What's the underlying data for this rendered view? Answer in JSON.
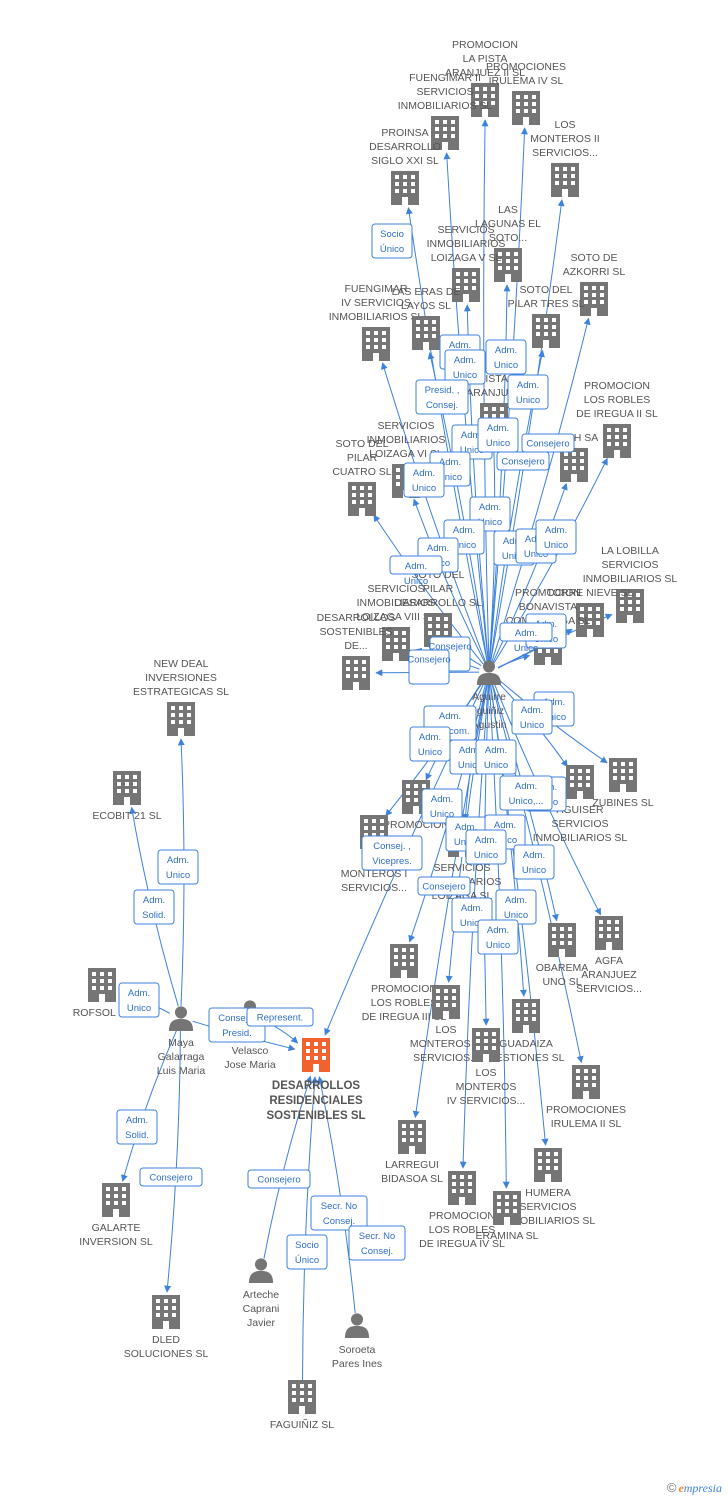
{
  "colors": {
    "edge": "#3d82dc",
    "company": "#757575",
    "main_company": "#f2622e",
    "person": "#757575"
  },
  "main_company": {
    "id": "main",
    "lines": [
      "DESARROLLOS",
      "RESIDENCIALES",
      "SOSTENIBLES SL"
    ]
  },
  "hub_person": {
    "id": "hub",
    "lines": [
      "Aguirre",
      "Iguiñiz",
      "Agustin"
    ]
  },
  "people": [
    {
      "id": "maya",
      "lines": [
        "Maya",
        "Galarraga",
        "Luis Maria"
      ]
    },
    {
      "id": "malina",
      "lines": [
        "Malina",
        "Velasco",
        "Jose Maria"
      ]
    },
    {
      "id": "arteche",
      "lines": [
        "Arteche",
        "Caprani",
        "Javier"
      ]
    },
    {
      "id": "soroeta",
      "lines": [
        "Soroeta",
        "Pares Ines"
      ]
    }
  ],
  "companies": [
    {
      "id": "c1",
      "lines": [
        "PROMOCION",
        "LA PISTA",
        "ARANJUEZ II SL"
      ]
    },
    {
      "id": "c2",
      "lines": [
        "PROMOCIONES",
        "IRULEMA IV SL"
      ]
    },
    {
      "id": "c3",
      "lines": [
        "FUENGIMAR II",
        "SERVICIOS",
        "INMOBILIARIOS SL"
      ]
    },
    {
      "id": "c4",
      "lines": [
        "LOS",
        "MONTEROS II",
        "SERVICIOS..."
      ]
    },
    {
      "id": "c5",
      "lines": [
        "PROINSA",
        "DESARROLLO",
        "SIGLO XXI SL"
      ]
    },
    {
      "id": "c6",
      "lines": [
        "LAS",
        "LAGUNAS EL",
        "SOTO..."
      ]
    },
    {
      "id": "c7",
      "lines": [
        "SERVICIOS",
        "INMOBILIARIOS",
        "LOIZAGA V SL"
      ]
    },
    {
      "id": "c8",
      "lines": [
        "SOTO DE",
        "AZKORRI SL"
      ]
    },
    {
      "id": "c9",
      "lines": [
        "FUENGIMAR",
        "IV SERVICIOS",
        "INMOBILIARIOS SL"
      ]
    },
    {
      "id": "c10",
      "lines": [
        "LAS ERAS DE",
        "LAYOS SL"
      ]
    },
    {
      "id": "c11",
      "lines": [
        "SOTO DEL",
        "PILAR TRES SL"
      ]
    },
    {
      "id": "c12",
      "lines": [
        "PROMOCION",
        "LOS ROBLES",
        "DE IREGUA II SL"
      ]
    },
    {
      "id": "c13",
      "lines": [
        "SERVICIOS",
        "INMOBILIARIOS",
        "LOIZAGA VI SL"
      ]
    },
    {
      "id": "c14",
      "lines": [
        "LA PISTA DE",
        "ARANJUEZ"
      ]
    },
    {
      "id": "c15",
      "lines": [
        "SOTO DEL",
        "PILAR",
        "CUATRO SL"
      ]
    },
    {
      "id": "c16",
      "lines": [
        "ADIZH SA"
      ]
    },
    {
      "id": "c17",
      "lines": [
        "LA LOBILLA",
        "SERVICIOS",
        "INMOBILIARIOS SL"
      ]
    },
    {
      "id": "c18",
      "lines": [
        "TORRE NIEVE SL"
      ]
    },
    {
      "id": "c19",
      "lines": [
        "PROMOCION",
        "BONAVISTA",
        "COMARRUGA SL"
      ]
    },
    {
      "id": "c20",
      "lines": [
        "SERVICIOS",
        "INMOBILIARIOS",
        "LOIZAGA VIII SL"
      ]
    },
    {
      "id": "c21",
      "lines": [
        "SOTO DEL",
        "PILAR",
        "DESARROLLO SL"
      ]
    },
    {
      "id": "c22",
      "lines": [
        "DESARROLLOS",
        "SOSTENIBLES",
        "DE..."
      ]
    },
    {
      "id": "c23",
      "lines": [
        "NEW DEAL",
        "INVERSIONES",
        "ESTRATEGICAS SL"
      ]
    },
    {
      "id": "c24",
      "lines": [
        "ECOBIT 21 SL"
      ]
    },
    {
      "id": "c25",
      "lines": [
        "ROFSOL SL"
      ]
    },
    {
      "id": "c26",
      "lines": [
        "ZUBINES SL"
      ]
    },
    {
      "id": "c27",
      "lines": [
        "AGUISER",
        "SERVICIOS",
        "INMOBILIARIOS SL"
      ]
    },
    {
      "id": "c28",
      "lines": [
        "PROMOCION"
      ]
    },
    {
      "id": "c29",
      "lines": [
        "LOS",
        "MONTEROS I",
        "SERVICIOS..."
      ]
    },
    {
      "id": "c30",
      "lines": [
        "SERVICIOS",
        "INMOBILIARIOS",
        "LOIZAGA SL"
      ]
    },
    {
      "id": "c31",
      "lines": [
        "OBAREMA",
        "UNO SL"
      ]
    },
    {
      "id": "c32",
      "lines": [
        "AGFA",
        "ARANJUEZ",
        "SERVICIOS..."
      ]
    },
    {
      "id": "c33",
      "lines": [
        "PROMOCION",
        "LOS ROBLES",
        "DE IREGUA III SL"
      ]
    },
    {
      "id": "c34",
      "lines": [
        "LOS",
        "MONTEROS III",
        "SERVICIOS..."
      ]
    },
    {
      "id": "c35",
      "lines": [
        "GUADAIZA",
        "GESTIONES SL"
      ]
    },
    {
      "id": "c36",
      "lines": [
        "LOS",
        "MONTEROS",
        "IV SERVICIOS..."
      ]
    },
    {
      "id": "c37",
      "lines": [
        "PROMOCIONES",
        "IRULEMA II SL"
      ]
    },
    {
      "id": "c38",
      "lines": [
        "LARREGUI",
        "BIDASOA SL"
      ]
    },
    {
      "id": "c39",
      "lines": [
        "HUMERA",
        "SERVICIOS",
        "INMOBILIARIOS SL"
      ]
    },
    {
      "id": "c40",
      "lines": [
        "PROMOCION",
        "LOS ROBLES",
        "DE IREGUA IV SL"
      ]
    },
    {
      "id": "c41",
      "lines": [
        "ERAMINA SL"
      ]
    },
    {
      "id": "c42",
      "lines": [
        "GALARTE",
        "INVERSION SL"
      ]
    },
    {
      "id": "c43",
      "lines": [
        "DLED",
        "SOLUCIONES SL"
      ]
    },
    {
      "id": "c44",
      "lines": [
        "FAGUIÑIZ SL"
      ]
    }
  ],
  "roles": [
    {
      "id": "r1",
      "lines": [
        "Socio",
        "Único"
      ]
    },
    {
      "id": "r2",
      "lines": [
        "Adm.",
        "Unico"
      ]
    },
    {
      "id": "r3",
      "lines": [
        "Adm.",
        "Unico"
      ]
    },
    {
      "id": "r4",
      "lines": [
        "Adm.",
        "Unico"
      ]
    },
    {
      "id": "r5",
      "lines": [
        "Presid. ,",
        "Consej."
      ]
    },
    {
      "id": "r6",
      "lines": [
        "Adm.",
        "Unico"
      ]
    },
    {
      "id": "r7",
      "lines": [
        "Adm.",
        "Unico"
      ]
    },
    {
      "id": "r8",
      "lines": [
        "Adm.",
        "Unico"
      ]
    },
    {
      "id": "r9",
      "lines": [
        "Consejero"
      ]
    },
    {
      "id": "r10",
      "lines": [
        "Consejero"
      ]
    },
    {
      "id": "r11",
      "lines": [
        "Adm.",
        "Unico"
      ]
    },
    {
      "id": "r12",
      "lines": [
        "Adm.",
        "Unico"
      ]
    },
    {
      "id": "r13",
      "lines": [
        "Adm.",
        "Unico"
      ]
    },
    {
      "id": "r14",
      "lines": [
        "Adm.",
        "Unico"
      ]
    },
    {
      "id": "r15",
      "lines": [
        "Adm.",
        "Unico"
      ]
    },
    {
      "id": "r16",
      "lines": [
        "Adm.",
        "Unico"
      ]
    },
    {
      "id": "r17",
      "lines": [
        "Adm.",
        "Unico"
      ]
    },
    {
      "id": "r18",
      "lines": [
        "Adm.",
        "Unico"
      ]
    },
    {
      "id": "r19",
      "lines": [
        "Adm.",
        "Unico"
      ]
    },
    {
      "id": "r20",
      "lines": [
        "Adm.",
        "Unico"
      ]
    },
    {
      "id": "r21",
      "lines": [
        "Adm.",
        "Unico"
      ]
    },
    {
      "id": "r22",
      "lines": [
        "Consejero"
      ]
    },
    {
      "id": "r23",
      "lines": [
        "Consejero"
      ]
    },
    {
      "id": "r24",
      "lines": [
        "Adm.",
        "Unico"
      ]
    },
    {
      "id": "r25",
      "lines": [
        "Adm.",
        "Unico"
      ]
    },
    {
      "id": "r26",
      "lines": [
        "Adm.",
        "Mancom."
      ]
    },
    {
      "id": "r27",
      "lines": [
        "Adm.",
        "Unico"
      ]
    },
    {
      "id": "r28",
      "lines": [
        "Adm.",
        "Unico"
      ]
    },
    {
      "id": "r29",
      "lines": [
        "Adm.",
        "Unico"
      ]
    },
    {
      "id": "r30",
      "lines": [
        "Adm.",
        "Unico"
      ]
    },
    {
      "id": "r31",
      "lines": [
        "Adm.",
        "Unico,..."
      ]
    },
    {
      "id": "r32",
      "lines": [
        "Adm.",
        "Unico"
      ]
    },
    {
      "id": "r33",
      "lines": [
        "Adm.",
        "Unico"
      ]
    },
    {
      "id": "r34",
      "lines": [
        "Adm.",
        "Unico"
      ]
    },
    {
      "id": "r35",
      "lines": [
        "Adm.",
        "Unico"
      ]
    },
    {
      "id": "r36",
      "lines": [
        "Consej. ,",
        "Vicepres."
      ]
    },
    {
      "id": "r37",
      "lines": [
        "Adm.",
        "Unico"
      ]
    },
    {
      "id": "r38",
      "lines": [
        "Consejero"
      ]
    },
    {
      "id": "r39",
      "lines": [
        "Adm.",
        "Unico"
      ]
    },
    {
      "id": "r40",
      "lines": [
        "Adm.",
        "Unico"
      ]
    },
    {
      "id": "r41",
      "lines": [
        "Adm.",
        "Unico"
      ]
    },
    {
      "id": "r42",
      "lines": [
        "Adm.",
        "Unico"
      ]
    },
    {
      "id": "r43",
      "lines": [
        "Adm.",
        "Solid."
      ]
    },
    {
      "id": "r44",
      "lines": [
        "Adm.",
        "Unico"
      ]
    },
    {
      "id": "r45",
      "lines": [
        "Consej. ,",
        "Presid."
      ]
    },
    {
      "id": "r46",
      "lines": [
        "Represent."
      ]
    },
    {
      "id": "r47",
      "lines": [
        "Adm.",
        "Solid."
      ]
    },
    {
      "id": "r48",
      "lines": [
        "Consejero"
      ]
    },
    {
      "id": "r49",
      "lines": [
        "Consejero"
      ]
    },
    {
      "id": "r50",
      "lines": [
        "Secr. No",
        "Consej."
      ]
    },
    {
      "id": "r51",
      "lines": [
        "Secr. No",
        "Consej."
      ]
    },
    {
      "id": "r52",
      "lines": [
        "Socio",
        "Único"
      ]
    }
  ],
  "footer": {
    "copyright": "©",
    "brand_initial": "e",
    "brand_rest": "mpresia"
  }
}
